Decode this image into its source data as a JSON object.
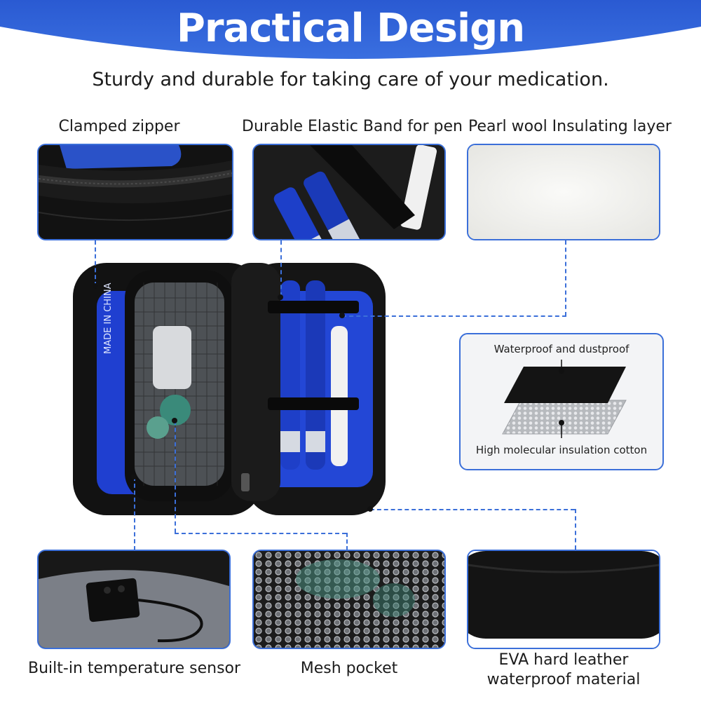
{
  "header": {
    "title": "Practical Design",
    "subtitle": "Sturdy and durable for taking care of your medication."
  },
  "features": {
    "clamped_zipper": "Clamped zipper",
    "elastic_band": "Durable Elastic Band for pen",
    "pearl_wool": "Pearl wool Insulating layer",
    "temp_sensor": "Built-in temperature sensor",
    "mesh_pocket": "Mesh pocket",
    "eva_line1": "EVA hard leather",
    "eva_line2": "waterproof material"
  },
  "layers": {
    "top": "Waterproof and dustproof",
    "bottom": "High molecular insulation cotton"
  },
  "product": {
    "ice_pack_text": "MADE IN CHINA"
  },
  "colors": {
    "accent": "#3b6fd9",
    "header_blue": "#2f62d8",
    "ice_pack_blue": "#1f3fd0"
  }
}
